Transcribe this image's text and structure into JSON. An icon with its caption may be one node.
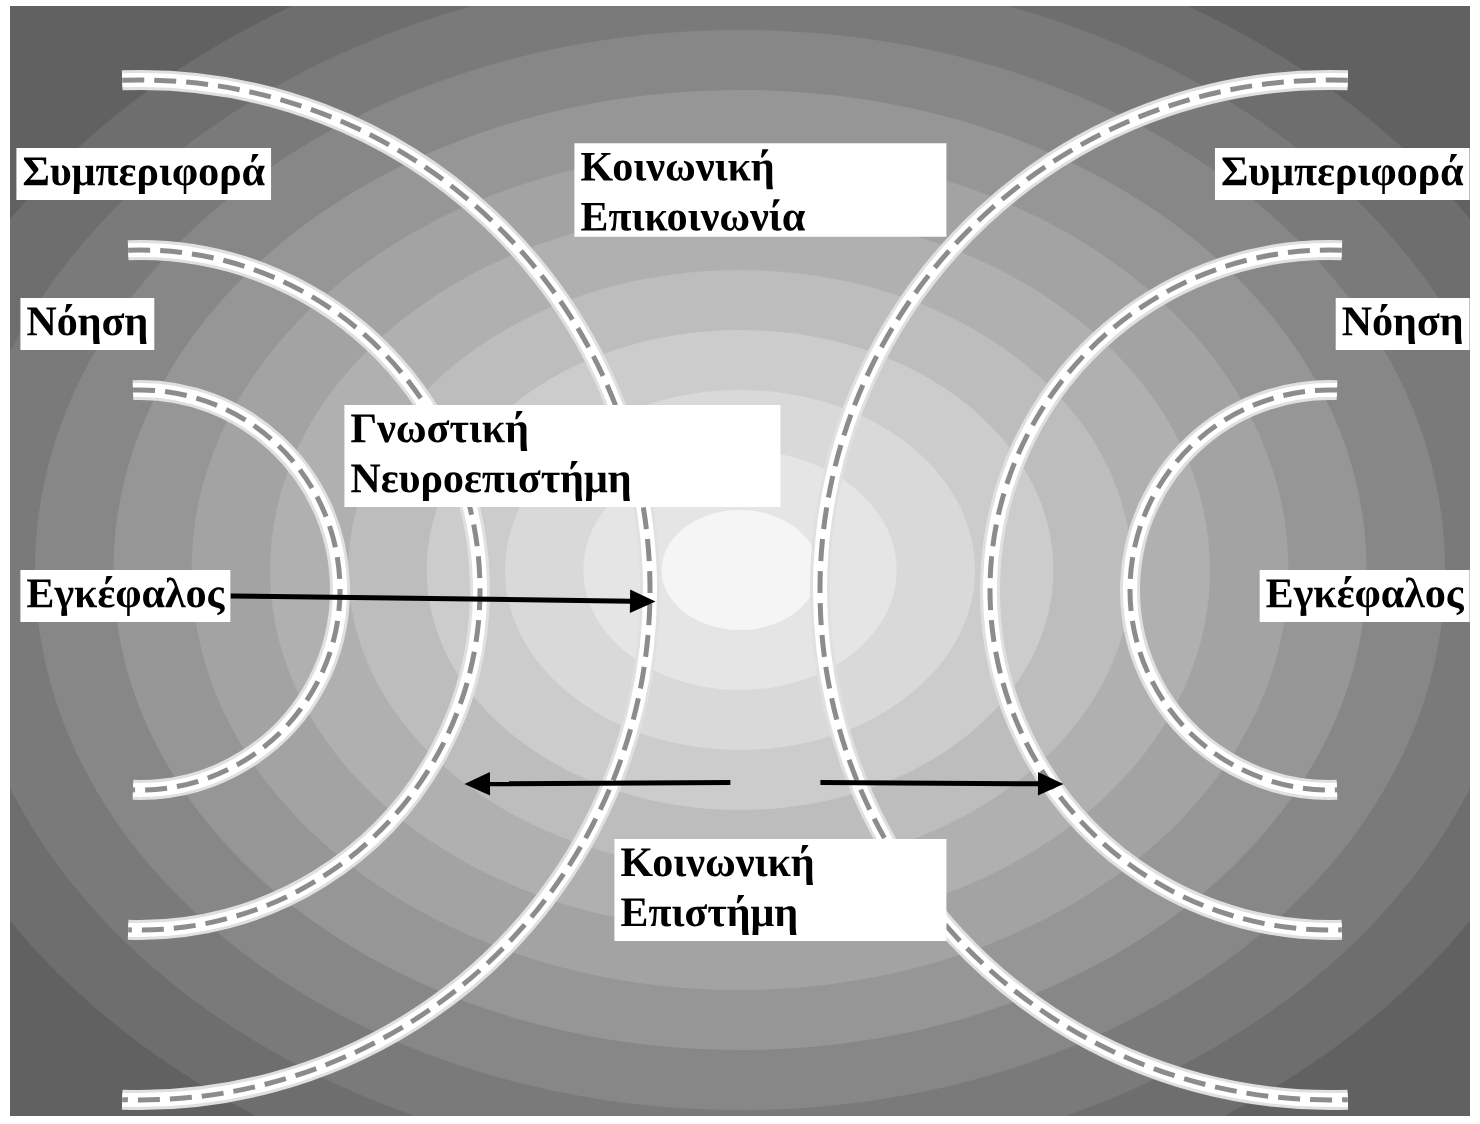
{
  "diagram": {
    "nodes": [
      {
        "text": [
          "Συμπεριφορά"
        ]
      },
      {
        "text": [
          "Κοινωνική Επικοινωνία"
        ]
      },
      {
        "text": [
          "Συμπεριφορά"
        ]
      },
      {
        "text": [
          "Νόηση"
        ]
      },
      {
        "text": [
          "Νόηση"
        ]
      },
      {
        "text": [
          "Γνωστική Νευροεπιστήμη"
        ]
      },
      {
        "text": [
          "Εγκέφαλος"
        ]
      },
      {
        "text": [
          "Εγκέφαλος"
        ]
      },
      {
        "text": [
          "Κοινωνική Επιστήμη"
        ]
      }
    ],
    "edges": [
      {
        "from": 6,
        "to": 5,
        "arrow": "to"
      },
      {
        "from": 8,
        "to": null,
        "arrow": "to"
      },
      {
        "from": 8,
        "to": null,
        "arrow": "to"
      }
    ]
  }
}
